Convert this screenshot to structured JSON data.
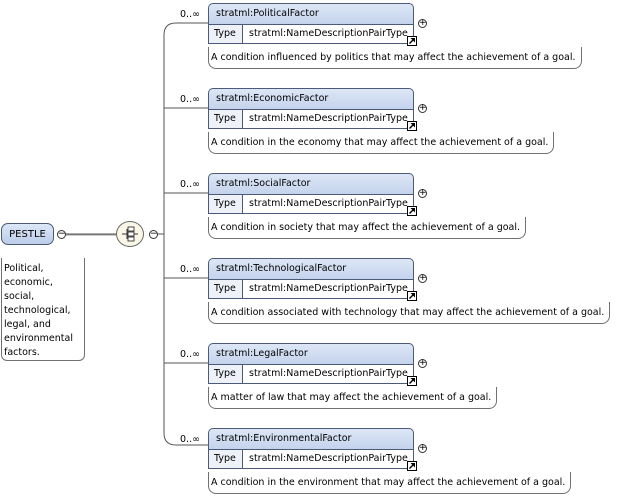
{
  "root": {
    "name": "PESTLE",
    "documentation": "Political,\neconomic,\nsocial,\ntechnological,\nlegal, and\nenvironmental\nfactors.",
    "toggle": "−"
  },
  "sequence": {
    "icon": "sequence-compositor-icon",
    "toggle": "−"
  },
  "elements": [
    {
      "name": "stratml:PoliticalFactor",
      "occurrence": "0..∞",
      "type_label": "Type",
      "type": "stratml:NameDescriptionPairType",
      "doc": "A condition influenced by politics that may affect the achievement of a goal.",
      "expand": "+"
    },
    {
      "name": "stratml:EconomicFactor",
      "occurrence": "0..∞",
      "type_label": "Type",
      "type": "stratml:NameDescriptionPairType",
      "doc": "A condition in the economy that may affect the achievement of a goal.",
      "expand": "+"
    },
    {
      "name": "stratml:SocialFactor",
      "occurrence": "0..∞",
      "type_label": "Type",
      "type": "stratml:NameDescriptionPairType",
      "doc": "A condition in society that may affect the achievement of a goal.",
      "expand": "+"
    },
    {
      "name": "stratml:TechnologicalFactor",
      "occurrence": "0..∞",
      "type_label": "Type",
      "type": "stratml:NameDescriptionPairType",
      "doc": "A condition associated with technology that may affect the achievement of a goal.",
      "expand": "+"
    },
    {
      "name": "stratml:LegalFactor",
      "occurrence": "0..∞",
      "type_label": "Type",
      "type": "stratml:NameDescriptionPairType",
      "doc": "A matter of law that may affect the achievement of a goal.",
      "expand": "+"
    },
    {
      "name": "stratml:EnvironmentalFactor",
      "occurrence": "0..∞",
      "type_label": "Type",
      "type": "stratml:NameDescriptionPairType",
      "doc": "A condition in the environment that may affect the achievement of a goal.",
      "expand": "+"
    }
  ]
}
